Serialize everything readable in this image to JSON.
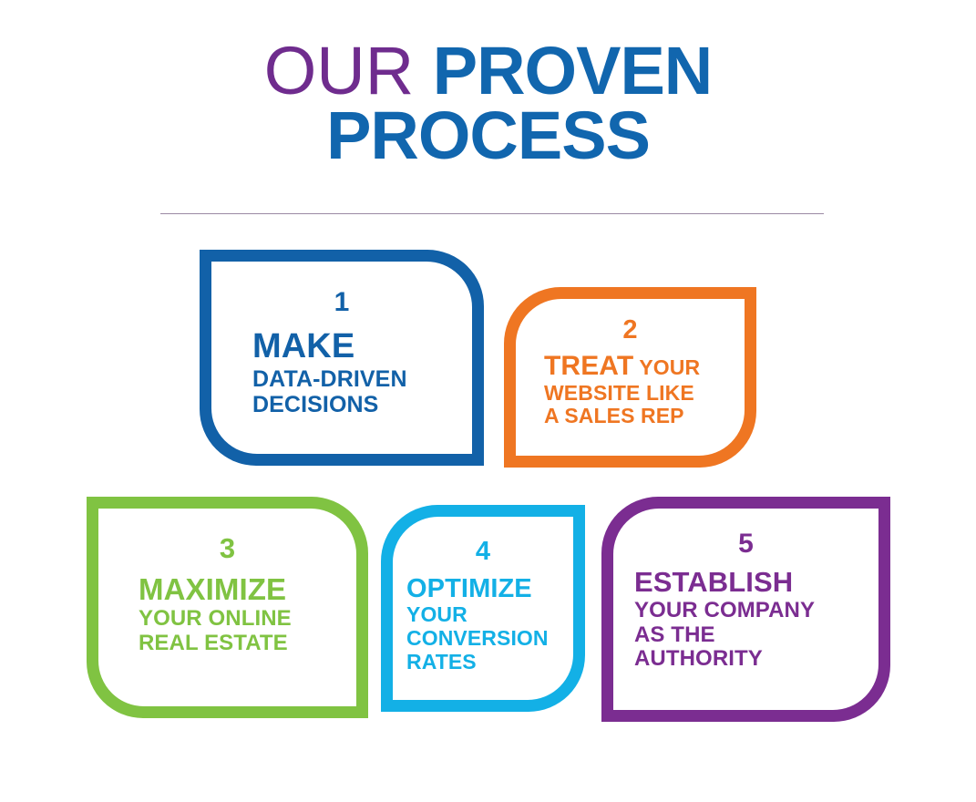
{
  "header": {
    "line1_word1": "OUR",
    "line1_word2": "PROVEN",
    "line2_word1": "PROCESS",
    "accent_purple": "#6f2c8e",
    "accent_blue": "#1166ae",
    "divider_color": "#9b8aa3"
  },
  "cards": [
    {
      "number": "1",
      "lead": "MAKE",
      "lines": [
        "DATA-DRIVEN",
        "DECISIONS"
      ],
      "color": "#1261a8",
      "shape": "shape-a"
    },
    {
      "number": "2",
      "lead": "TREAT",
      "lines": [
        "YOUR",
        "WEBSITE LIKE",
        "A SALES REP"
      ],
      "color": "#ef7622",
      "shape": "shape-b"
    },
    {
      "number": "3",
      "lead": "MAXIMIZE",
      "lines": [
        "YOUR ONLINE",
        "REAL ESTATE"
      ],
      "color": "#80c342",
      "shape": "shape-a"
    },
    {
      "number": "4",
      "lead": "OPTIMIZE",
      "lines": [
        "YOUR",
        "CONVERSION",
        "RATES"
      ],
      "color": "#13b0e6",
      "shape": "shape-b"
    },
    {
      "number": "5",
      "lead": "ESTABLISH",
      "lines": [
        "YOUR COMPANY",
        "AS THE",
        "AUTHORITY"
      ],
      "color": "#7b2d91",
      "shape": "shape-b"
    }
  ]
}
